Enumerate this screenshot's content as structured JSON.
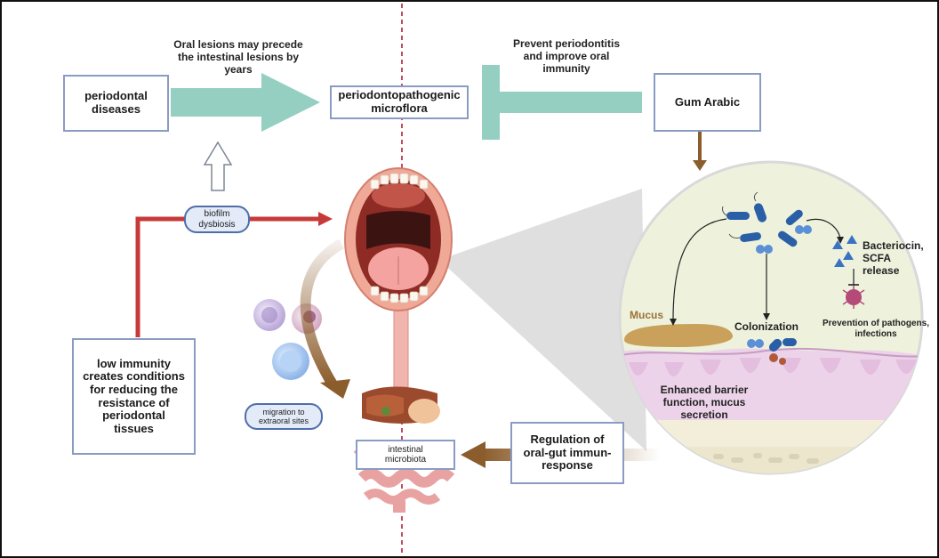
{
  "colors": {
    "teal": "#94cfc2",
    "red": "#c73a3a",
    "brown": "#8b5d2c",
    "box_border": "#8a9cc4",
    "pill_fill": "#e3eaf8",
    "pill_border": "#4f6ea8",
    "divider": "#b0203a",
    "circle_fill": "#eef2dd",
    "mucus": "#c9a15a"
  },
  "boxes": {
    "periodontal_diseases": "periodontal\ndiseases",
    "microflora": "periodontopathogenic\nmicroflora",
    "gum_arabic": "Gum Arabic",
    "low_immunity": "low immunity\ncreates conditions\nfor reducing the\nresistance of\nperiodontal\ntissues",
    "intestinal": "intestinal\nmicrobiota",
    "regulation": "Regulation of\noral-gut immun-\nresponse"
  },
  "notes": {
    "oral_lesions": "Oral lesions may precede\nthe intestinal lesions by\nyears",
    "prevent": "Prevent periodontitis\nand improve oral\nimmunity"
  },
  "pills": {
    "biofilm": "biofilm\ndysbiosis",
    "migration": "migration to\nextraoral sites"
  },
  "inset_labels": {
    "bacteriocin": "Bacteriocin,\nSCFA\nrelease",
    "mucus": "Mucus",
    "colonization": "Colonization",
    "prevention": "Prevention of pathogens,\ninfections",
    "barrier": "Enhanced barrier\nfunction, mucus\nsecretion"
  },
  "icons": [
    "mouth-illustration",
    "digestive-tract-illustration",
    "immune-cell-icon",
    "bacteria-icon",
    "pathogen-icon",
    "mucosa-layer"
  ]
}
